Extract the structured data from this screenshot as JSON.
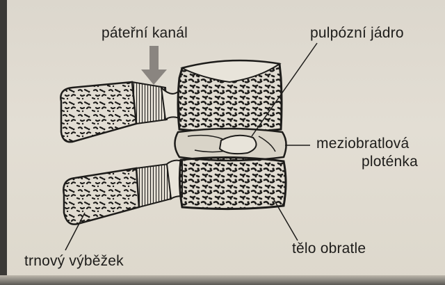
{
  "labels": {
    "spinal_canal": "páteřní kanál",
    "nucleus": "pulpózní jádro",
    "disc_line1": "meziobratlová",
    "disc_line2": "ploténka",
    "spinous_process": "trnový výběžek",
    "vertebral_body": "tělo obratle"
  },
  "colors": {
    "paper": "#e0dbd1",
    "ink": "#1d1c1a",
    "arrow": "#8a8580",
    "bone_fill": "#e8e4da",
    "disc_fill": "#d9d4c8"
  }
}
